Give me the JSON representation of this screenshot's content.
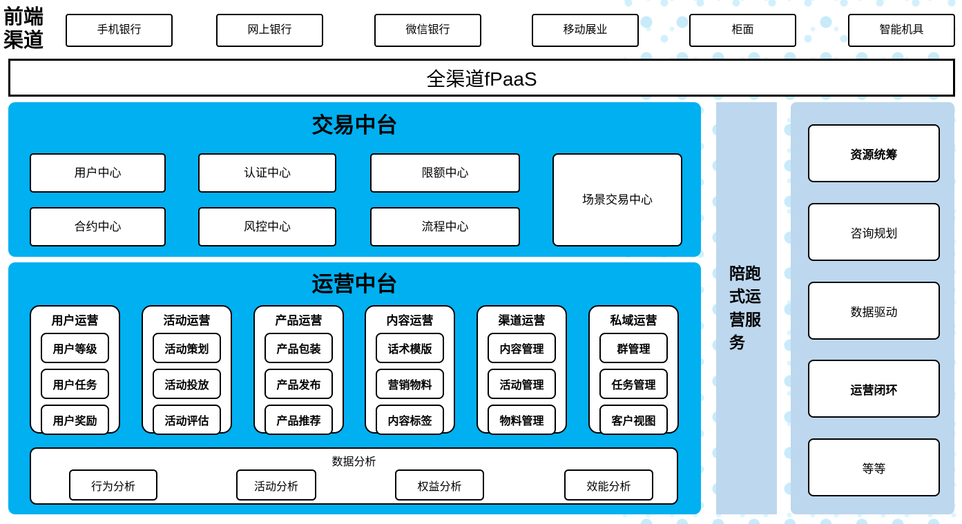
{
  "front_channel_label": "前端渠道",
  "channels": [
    "手机银行",
    "网上银行",
    "微信银行",
    "移动展业",
    "柜面",
    "智能机具"
  ],
  "fpaas": {
    "label": "全渠道fPaaS"
  },
  "trade_platform": {
    "title": "交易中台",
    "row1": [
      "用户中心",
      "认证中心",
      "限额中心"
    ],
    "row2": [
      "合约中心",
      "风控中心",
      "流程中心"
    ],
    "scene_box": "场景交易中心"
  },
  "operation_platform": {
    "title": "运营中台",
    "columns": [
      {
        "title": "用户运营",
        "items": [
          "用户等级",
          "用户任务",
          "用户奖励"
        ]
      },
      {
        "title": "活动运营",
        "items": [
          "活动策划",
          "活动投放",
          "活动评估"
        ]
      },
      {
        "title": "产品运营",
        "items": [
          "产品包装",
          "产品发布",
          "产品推荐"
        ]
      },
      {
        "title": "内容运营",
        "items": [
          "话术模版",
          "营销物料",
          "内容标签"
        ]
      },
      {
        "title": "渠道运营",
        "items": [
          "内容管理",
          "活动管理",
          "物料管理"
        ]
      },
      {
        "title": "私域运营",
        "items": [
          "群管理",
          "任务管理",
          "客户视图"
        ]
      }
    ],
    "analysis": {
      "title": "数据分析",
      "items": [
        "行为分析",
        "活动分析",
        "权益分析",
        "效能分析"
      ]
    }
  },
  "companion_bar": {
    "label": "陪跑式运营服务"
  },
  "right_panel": {
    "items": [
      {
        "label": "资源统筹",
        "bold": true
      },
      {
        "label": "咨询规划",
        "bold": false
      },
      {
        "label": "数据驱动",
        "bold": false
      },
      {
        "label": "运营闭环",
        "bold": true
      },
      {
        "label": "等等",
        "bold": false
      }
    ]
  },
  "colors": {
    "accent_blue": "#00B0F0",
    "light_blue": "#BDD7EE",
    "dot_blue": "#C9ECFA",
    "border_black": "#000000",
    "box_white": "#FFFFFF"
  }
}
